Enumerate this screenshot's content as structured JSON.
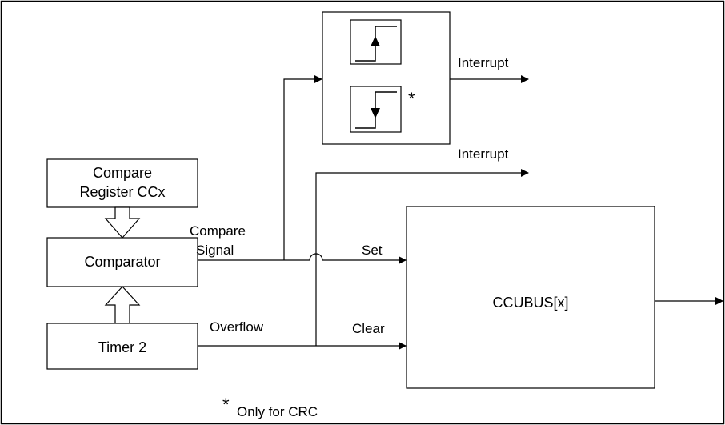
{
  "blocks": {
    "compare_register": [
      "Compare",
      "Register CCx"
    ],
    "comparator": "Comparator",
    "timer": "Timer 2",
    "ccubus": "CCUBUS[x]"
  },
  "signals": {
    "compare_signal": [
      "Compare",
      "Signal"
    ],
    "overflow": "Overflow",
    "interrupt_edge": "Interrupt",
    "interrupt_direct": "Interrupt",
    "set": "Set",
    "clear": "Clear"
  },
  "note": {
    "asterisk": "*",
    "text": "Only for CRC"
  },
  "icons": [
    "rising-edge-icon",
    "falling-edge-icon"
  ]
}
